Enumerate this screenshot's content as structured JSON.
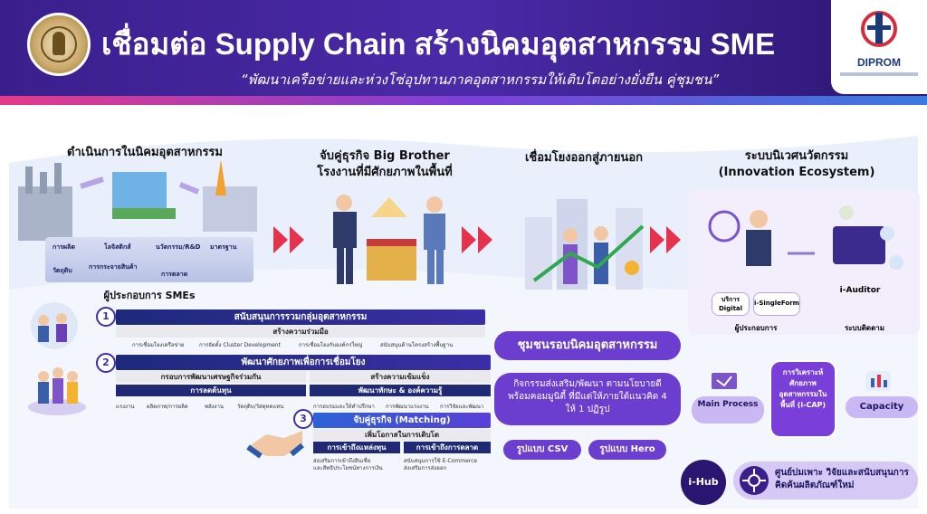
{
  "header": {
    "title": "เชื่อมต่อ Supply Chain สร้างนิคมอุตสาหกรรม SME",
    "subtitle": "“พัฒนาเครือข่ายและห่วงโซ่อุปทานภาคอุตสาหกรรมให้เติบโตอย่างยั่งยืน คู่ชุมชน”",
    "logo_name": "DIPROM",
    "colors": {
      "banner": "#4b2aa8",
      "accent": "#e43b8a"
    }
  },
  "columns": {
    "col1_title": "ดำเนินการในนิคมอุตสาหกรรม",
    "col2_title_1": "จับคู่ธุรกิจ Big Brother",
    "col2_title_2": "โรงงานที่มีศักยภาพในพื้นที่",
    "col3_title": "เชื่อมโยงออกสู่ภายนอก",
    "col4_title_1": "ระบบนิเวศนวัตกรรม",
    "col4_title_2": "(Innovation Ecosystem)"
  },
  "col1_labels": {
    "l1": "การผลิต",
    "l2": "โลจิสติกส์",
    "l3": "นวัตกรรม/R&D",
    "l4": "มาตรฐาน",
    "l5": "วัตถุดิบ",
    "l6": "การกระจายสินค้า",
    "l7": "การตลาด",
    "sme": "ผู้ประกอบการ SMEs"
  },
  "stages": {
    "s1_num": "1",
    "s1_title": "สนับสนุนการรวมกลุ่มอุตสาหกรรม",
    "s1_sub": "สร้างความร่วมมือ",
    "s1_items": [
      "การเชื่อมโยงเครือข่าย",
      "การจัดตั้ง Cluster Development",
      "การเชื่อมโยงกับองค์กรใหญ่",
      "สนับสนุนด้านโครงสร้างพื้นฐาน"
    ],
    "s2_num": "2",
    "s2_title": "พัฒนาศักยภาพเพื่อการเชื่อมโยง",
    "s2_left_sub": "กรอบการพัฒนาเศรษฐกิจร่วมกัน",
    "s2_left_dark": "การลดต้นทุน",
    "s2_right_sub": "สร้างความเข้มแข็ง",
    "s2_right_dark": "พัฒนาทักษะ & องค์ความรู้",
    "s2_items_left": [
      "แรงงาน",
      "ผลิตภาพ/การผลิต",
      "พลังงาน",
      "วัตถุดิบ/วัสดุทดแทน"
    ],
    "s2_items_right": [
      "การอบรมและให้คำปรึกษา",
      "การพัฒนาแรงงาน",
      "การวิจัยและพัฒนา"
    ],
    "s3_num": "3",
    "s3_title": "จับคู่ธุรกิจ (Matching)",
    "s3_sub": "เพิ่มโอกาสในการเติบโต",
    "s3_dark_left": "การเข้าถึงแหล่งทุน",
    "s3_dark_right": "การเข้าถึงการตลาด",
    "s3_items_left": [
      "ส่งเสริมการเข้าถึงสินเชื่อ",
      "และสิทธิประโยชน์ทางการเงิน"
    ],
    "s3_items_right": [
      "สนับสนุนการใช้ E-Commerce",
      "ส่งเสริมการส่งออก"
    ]
  },
  "right": {
    "community": "ชุมชนรอบนิคมอุตสาหกรรม",
    "activity": "กิจกรรมส่งเสริม/พัฒนา ตามนโยบายดีพร้อมคอมมูนิตี้ ที่มีแต่ให้ภายใต้แนวคิด 4 ให้ 1 ปฏิรูป",
    "csv": "รูปแบบ CSV",
    "hero": "รูปแบบ Hero",
    "eco_digital": "บริการ Digital",
    "eco_singleform": "i-SingleForm",
    "eco_auditor": "i-Auditor",
    "eco_entrepreneur": "ผู้ประกอบการ",
    "eco_tracking": "ระบบติดตาม",
    "main_process": "Main Process",
    "icap": "การวิเคราะห์ศักยภาพอุตสาหกรรมในพื้นที่ (i-CAP)",
    "capacity": "Capacity",
    "ihub": "i-Hub",
    "center": "ศูนย์บ่มเพาะ วิจัยและสนับสนุนการคิดค้นผลิตภัณฑ์ใหม่"
  }
}
